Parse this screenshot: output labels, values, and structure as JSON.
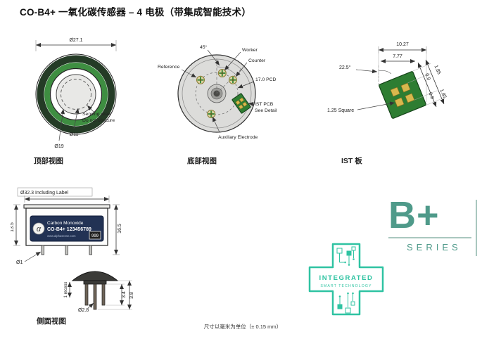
{
  "page": {
    "title": "CO-B4+ 一氧化碳传感器 – 4 电极（带集成智能技术）",
    "footer_note": "尺寸以毫米为单位（± 0.15 mm）"
  },
  "top_view": {
    "caption": "顶部视图",
    "dim_outer": "Ø27.1",
    "dim_sensing": "Ø11",
    "dim_inner": "Ø19",
    "note_line1": "Sensing area",
    "note_line2": "Do not obscure"
  },
  "bottom_view": {
    "caption": "底部视图",
    "reference": "Reference",
    "angle": "45°",
    "worker": "Worker",
    "counter": "Counter",
    "pcd": "17.0 PCD",
    "ist_line1": "IST PCB",
    "ist_line2": "See Detail",
    "auxiliary": "Auxiliary Electrode"
  },
  "ist_view": {
    "caption": "IST 板",
    "dim_w1": "10.27",
    "dim_w2": "7.77",
    "dim_angle": "22.5°",
    "dim_square": "1.25 Square",
    "dim_r_top_outer": "1.85",
    "dim_r_top_inner": "0.9",
    "dim_r_bot_inner": "0.9",
    "dim_r_bot_outer": "1.85"
  },
  "side_view": {
    "caption": "侧面视图",
    "dim_width": "Ø32.3 Including Label",
    "dim_h_left": "13.5",
    "dim_h_right": "16.5",
    "dim_pin": "Ø1",
    "dim_recess": "1 recess",
    "dim_base_pin": "Ø2.8",
    "dim_b1": "3.4",
    "dim_b2": "3.8",
    "label": {
      "alpha": "α",
      "line1": "Carbon Monoxide",
      "line2": "CO-B4+ 123456789",
      "url": "www.alphasense.com",
      "code": "999"
    }
  },
  "bplus_logo": {
    "main": "B+",
    "sub": "SERIES"
  },
  "ist_logo": {
    "line1": "INTEGRATED",
    "line2": "SMART TECHNOLOGY"
  }
}
